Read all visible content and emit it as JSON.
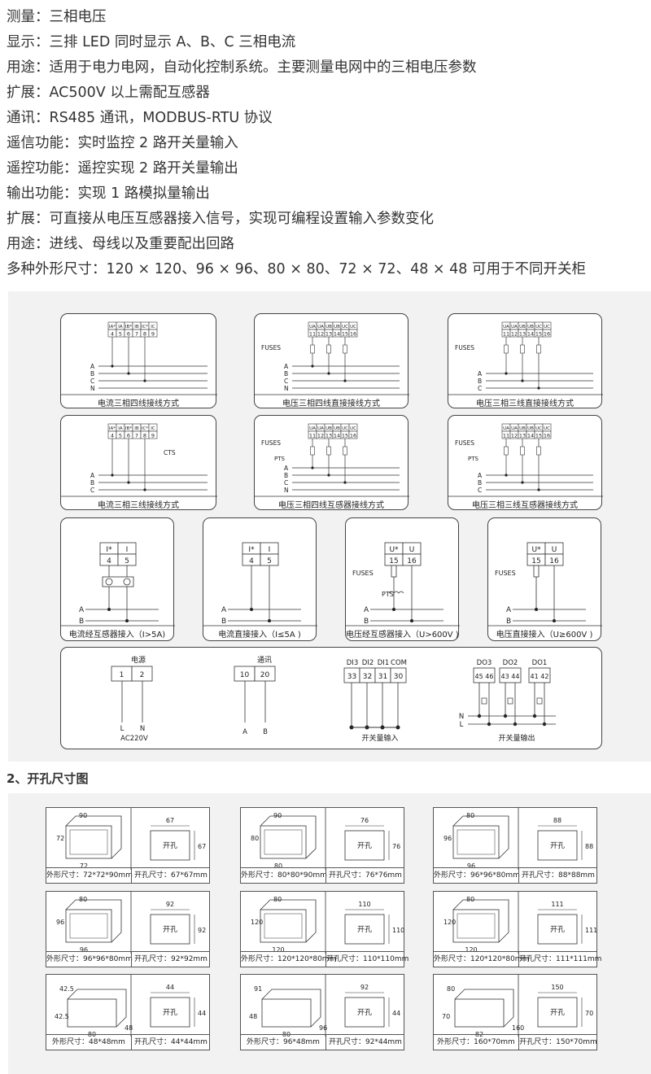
{
  "specs": [
    {
      "label": "测量：",
      "value": "三相电压"
    },
    {
      "label": "显示：",
      "value": "三排 LED 同时显示 A、B、C 三相电流"
    },
    {
      "label": "用途：",
      "value": "适用于电力电网，自动化控制系统。主要测量电网中的三相电压参数"
    },
    {
      "label": "扩展：",
      "value": "AC500V 以上需配互感器"
    },
    {
      "label": "通讯：",
      "value": "RS485 通讯，MODBUS-RTU 协议"
    },
    {
      "label": "遥信功能：",
      "value": "实时监控 2 路开关量输入"
    },
    {
      "label": "遥控功能：",
      "value": "遥控实现 2 路开关量输出"
    },
    {
      "label": "输出功能：",
      "value": "实现 1 路模拟量输出"
    },
    {
      "label": "扩展：",
      "value": "可直接从电压互感器接入信号，实现可编程设置输入参数变化"
    },
    {
      "label": "用途：",
      "value": "进线、母线以及重要配出回路"
    },
    {
      "label": "多种外形尺寸：",
      "value": "120 × 120、96 × 96、80 × 80、72 × 72、48 × 48 可用于不同开关柜"
    }
  ],
  "wiring": {
    "row1": [
      {
        "caption": "电流三相四线接线方式",
        "terms": [
          "IA*",
          "IA",
          "IB*",
          "IB",
          "IC*",
          "IC"
        ],
        "nums": [
          "4",
          "5",
          "6",
          "7",
          "8",
          "9"
        ],
        "lines": [
          "A",
          "B",
          "C",
          "N"
        ]
      },
      {
        "caption": "电压三相四线直接接线方式",
        "terms": [
          "UA",
          "UA",
          "UB",
          "UB",
          "UC",
          "UC"
        ],
        "nums": [
          "11",
          "12",
          "13",
          "14",
          "15",
          "16"
        ],
        "lines": [
          "A",
          "B",
          "C",
          "N"
        ],
        "fuses": "FUSES"
      },
      {
        "caption": "电压三相三线直接接线方式",
        "terms": [
          "UA",
          "UA",
          "UB",
          "UB",
          "UC",
          "UC"
        ],
        "nums": [
          "11",
          "12",
          "13",
          "14",
          "15",
          "16"
        ],
        "lines": [
          "A",
          "B",
          "C"
        ],
        "fuses": "FUSES"
      }
    ],
    "row2": [
      {
        "caption": "电流三相三线接线方式",
        "terms": [
          "IA*",
          "IA",
          "IB*",
          "IB",
          "IC*",
          "IC"
        ],
        "nums": [
          "4",
          "5",
          "6",
          "7",
          "8",
          "9"
        ],
        "lines": [
          "A",
          "B",
          "C"
        ],
        "cts": "CTS"
      },
      {
        "caption": "电压三相四线互感器接线方式",
        "terms": [
          "UA",
          "UA",
          "UB",
          "UB",
          "UC",
          "UC"
        ],
        "nums": [
          "11",
          "12",
          "13",
          "14",
          "15",
          "16"
        ],
        "lines": [
          "A",
          "B",
          "C",
          "N"
        ],
        "fuses": "FUSES",
        "pts": "PTS"
      },
      {
        "caption": "电压三相三线互感器接线方式",
        "terms": [
          "UA",
          "UA",
          "UB",
          "UB",
          "UC",
          "UC"
        ],
        "nums": [
          "11",
          "12",
          "13",
          "14",
          "15",
          "16"
        ],
        "lines": [
          "A",
          "B",
          "C"
        ],
        "fuses": "FUSES",
        "pts": "PTS"
      }
    ],
    "row3": [
      {
        "caption": "电流经互感器接入（I>5A)",
        "terms": [
          "I*",
          "I"
        ],
        "nums": [
          "4",
          "5"
        ],
        "lines": [
          "A",
          "B"
        ]
      },
      {
        "caption": "电流直接接入（I≤5A )",
        "terms": [
          "I*",
          "I"
        ],
        "nums": [
          "4",
          "5"
        ],
        "lines": [
          "A",
          "B"
        ]
      },
      {
        "caption": "电压经互感器接入（U>600V )",
        "terms": [
          "U*",
          "U"
        ],
        "nums": [
          "15",
          "16"
        ],
        "lines": [
          "A",
          "B"
        ],
        "fuses": "FUSES",
        "pts": "PTS"
      },
      {
        "caption": "电压直接接入（U≥600V )",
        "terms": [
          "U*",
          "U"
        ],
        "nums": [
          "15",
          "16"
        ],
        "lines": [
          "A",
          "B"
        ],
        "fuses": "FUSES"
      }
    ],
    "bottom": {
      "power": {
        "title": "电源",
        "nums": [
          "1",
          "2"
        ],
        "l": "L",
        "n": "N",
        "supply": "AC220V"
      },
      "comm": {
        "title": "通讯",
        "nums": [
          "10",
          "20"
        ],
        "a": "A",
        "b": "B"
      },
      "di": {
        "labels": [
          "DI3",
          "DI2",
          "DI1",
          "COM"
        ],
        "nums": [
          "33",
          "32",
          "31",
          "30"
        ],
        "caption": "开关量输入"
      },
      "do": {
        "labels": [
          "DO3",
          "DO2",
          "DO1"
        ],
        "nums": [
          "45 46",
          "43 44",
          "41 42"
        ],
        "n": "N",
        "l": "L",
        "caption": "开关量输出"
      }
    }
  },
  "cutout_section_title": "2、开孔尺寸图",
  "cutouts": [
    {
      "w": "90",
      "h": "72",
      "front": "72",
      "cw": "67",
      "ch": "67",
      "outer": "外形尺寸：72*72*90mm",
      "hole": "开孔尺寸：67*67mm"
    },
    {
      "w": "90",
      "h": "80",
      "front": "80",
      "cw": "76",
      "ch": "76",
      "outer": "外形尺寸：80*80*90mm",
      "hole": "开孔尺寸：76*76mm"
    },
    {
      "w": "80",
      "h": "96",
      "front": "96",
      "cw": "88",
      "ch": "88",
      "outer": "外形尺寸：96*96*80mm",
      "hole": "开孔尺寸：88*88mm"
    },
    {
      "w": "80",
      "h": "96",
      "front": "96",
      "cw": "92",
      "ch": "92",
      "outer": "外形尺寸：96*96*80mm",
      "hole": "开孔尺寸：92*92mm"
    },
    {
      "w": "80",
      "h": "120",
      "front": "120",
      "cw": "110",
      "ch": "110",
      "outer": "外形尺寸：120*120*80mm",
      "hole": "开孔尺寸：110*110mm"
    },
    {
      "w": "80",
      "h": "120",
      "front": "120",
      "cw": "111",
      "ch": "111",
      "outer": "外形尺寸：120*120*80mm",
      "hole": "开孔尺寸：111*111mm"
    },
    {
      "w": "42.5",
      "h": "42.5",
      "front": "80",
      "side": "48",
      "cw": "44",
      "ch": "44",
      "outer": "外形尺寸：48*48mm",
      "hole": "开孔尺寸：44*44mm"
    },
    {
      "w": "91",
      "h": "48",
      "front": "80",
      "side": "96",
      "cw": "92",
      "ch": "44",
      "outer": "外形尺寸：96*48mm",
      "hole": "开孔尺寸：92*44mm"
    },
    {
      "w": "80",
      "h": "70",
      "front": "82",
      "side": "160",
      "cw": "150",
      "ch": "70",
      "outer": "外形尺寸：160*70mm",
      "hole": "开孔尺寸：150*70mm"
    }
  ],
  "hole_label": "开孔"
}
